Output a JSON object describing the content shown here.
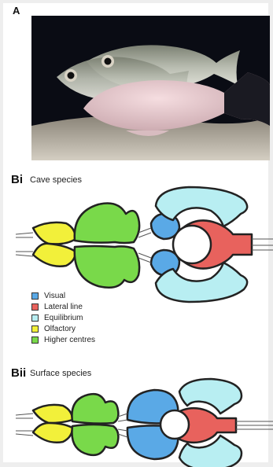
{
  "panels": {
    "a_label": "A",
    "bi_label": "Bi",
    "bi_title": "Cave species",
    "bii_label": "Bii",
    "bii_title": "Surface species"
  },
  "legend": [
    {
      "label": "Visual",
      "color": "#5aa9e6"
    },
    {
      "label": "Lateral line",
      "color": "#e8625d"
    },
    {
      "label": "Equilibrium",
      "color": "#b8eef2"
    },
    {
      "label": "Olfactory",
      "color": "#f2f03a"
    },
    {
      "label": "Higher centres",
      "color": "#79d94a"
    }
  ],
  "colors": {
    "visual": "#5aa9e6",
    "lateral_line": "#e8625d",
    "equilibrium": "#b8eef2",
    "olfactory": "#f2f03a",
    "higher_centres": "#79d94a",
    "photo_background": "#0a0c14",
    "sand": "#c9c2b4"
  },
  "icons": {
    "photo": "cave-and-surface-fish-photo",
    "diagram_cave": "cave-fish-brain-diagram",
    "diagram_surface": "surface-fish-brain-diagram"
  }
}
